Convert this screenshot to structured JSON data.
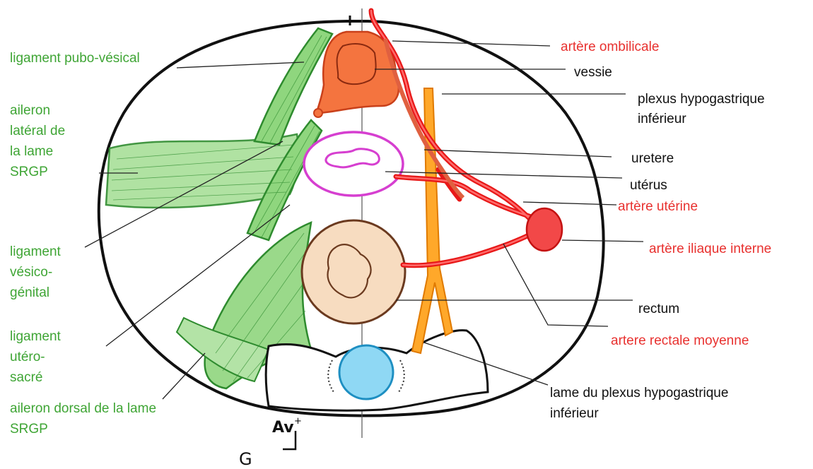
{
  "colors": {
    "green_label": "#3fa535",
    "red_label": "#e8312f",
    "black_label": "#111111",
    "ligament": "#2e8b2e",
    "ligament_fill": "#7fcf6f",
    "bladder": "#f06a3c",
    "uterus": "#d63fd0",
    "rectum": "#6b3a1f",
    "rectum_fill": "#f7dcc0",
    "artery": "#e81818",
    "plexus": "#ff9a1a",
    "spine": "#2aa8d8"
  },
  "labels_left": [
    {
      "id": "ligament-pubo-vesical",
      "lines": [
        "ligament pubo-vésical"
      ]
    },
    {
      "id": "aileron-lateral",
      "lines": [
        "aileron",
        "latéral de",
        "la lame",
        "SRGP"
      ]
    },
    {
      "id": "ligament-vesico-genital",
      "lines": [
        "ligament",
        "vésico-",
        "génital"
      ]
    },
    {
      "id": "ligament-utero-sacre",
      "lines": [
        "ligament",
        "utéro-",
        "sacré"
      ]
    },
    {
      "id": "aileron-dorsal",
      "lines": [
        "aileron dorsal de la lame",
        "SRGP"
      ]
    }
  ],
  "labels_right": [
    {
      "id": "artere-ombilicale",
      "lines": [
        "artère ombilicale"
      ],
      "color": "red"
    },
    {
      "id": "vessie",
      "lines": [
        "vessie"
      ],
      "color": "black"
    },
    {
      "id": "plexus-hypogastrique-inferieur",
      "lines": [
        "plexus hypogastrique",
        "inférieur"
      ],
      "color": "black"
    },
    {
      "id": "uretere",
      "lines": [
        "uretere"
      ],
      "color": "black"
    },
    {
      "id": "uterus",
      "lines": [
        "utérus"
      ],
      "color": "black"
    },
    {
      "id": "artere-uterine",
      "lines": [
        "artère utérine"
      ],
      "color": "red"
    },
    {
      "id": "artere-iliaque-interne",
      "lines": [
        "artère iliaque interne"
      ],
      "color": "red"
    },
    {
      "id": "rectum",
      "lines": [
        "rectum"
      ],
      "color": "black"
    },
    {
      "id": "artere-rectale-moyenne",
      "lines": [
        "artere rectale moyenne"
      ],
      "color": "red"
    },
    {
      "id": "lame-plexus",
      "lines": [
        "lame du plexus hypogastrique",
        "inférieur"
      ],
      "color": "black"
    }
  ],
  "orientation": {
    "anterior": "Av",
    "plus": "+",
    "left": "G"
  }
}
